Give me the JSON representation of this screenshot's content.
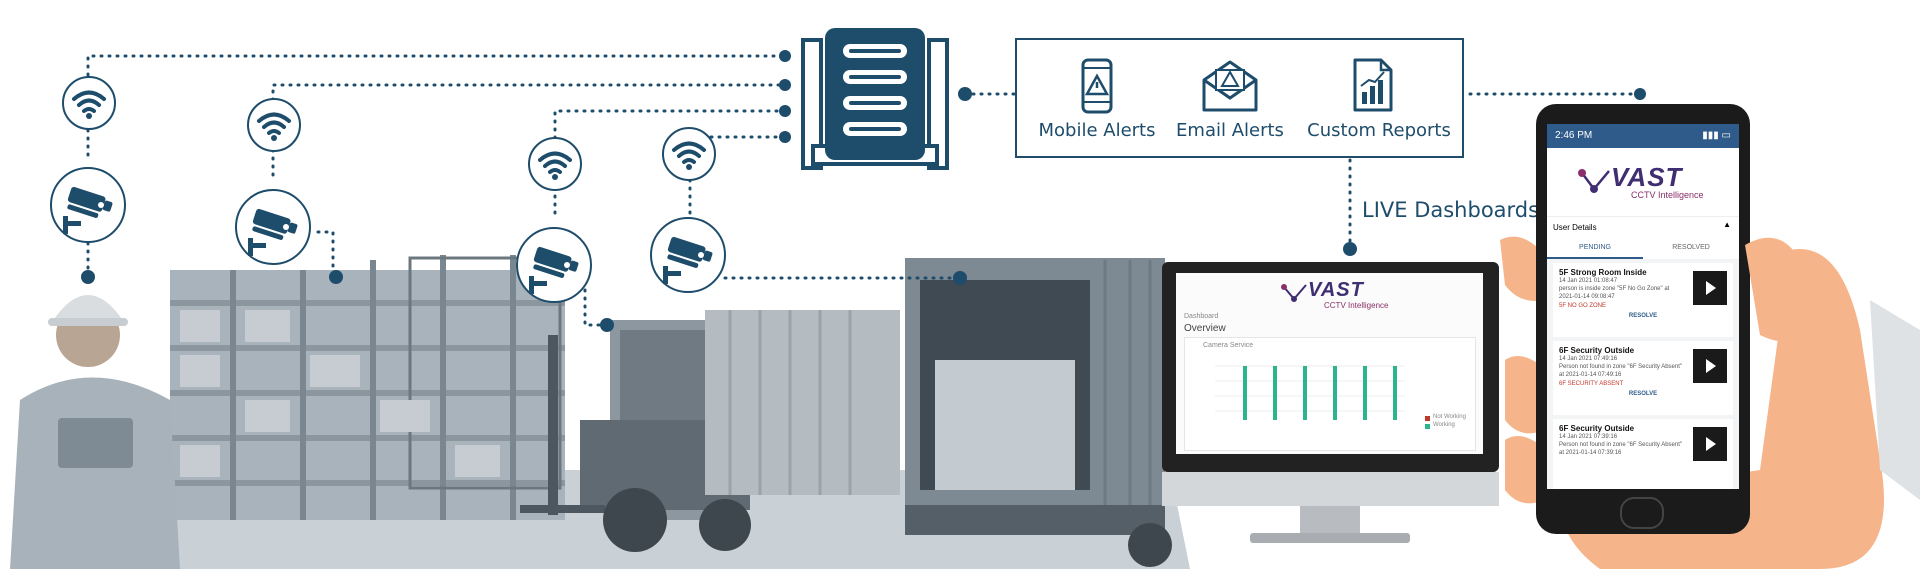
{
  "colors": {
    "navy": "#1e4c6b",
    "dot": "#1e4c6b",
    "bar_green": "#2bb58c",
    "vast_purple": "#3f2e71",
    "vast_sub": "#8a2f6a",
    "phone_header": "#2f5b8a"
  },
  "icons": {
    "server": "server-rack-icon",
    "wifi": "wifi-icon",
    "camera": "cctv-camera-icon",
    "mobile": "mobile-alert-icon",
    "email": "email-alert-icon",
    "report": "report-icon"
  },
  "outputs": {
    "mobile_alerts": "Mobile Alerts",
    "email_alerts": "Email Alerts",
    "custom_reports": "Custom Reports",
    "live_dashboards": "LIVE Dashboards"
  },
  "monitor": {
    "brand": "VAST",
    "brand_sub": "CCTV Intelligence",
    "breadcrumb": "Dashboard",
    "heading": "Overview",
    "panel_title": "Camera Service",
    "legend_not_working": "Not Working",
    "legend_working": "Working"
  },
  "phone": {
    "time": "2:46 PM",
    "brand": "VAST",
    "brand_sub": "CCTV Intelligence",
    "section": "User Details",
    "tab_pending": "PENDING",
    "tab_resolved": "RESOLVED",
    "cards": [
      {
        "title": "5F Strong Room Inside",
        "date": "14 Jan 2021 01:08:47",
        "desc": "person is inside zone \"5F No Go Zone\" at",
        "time": "2021-01-14 09:08:47",
        "tag": "5F NO GO ZONE",
        "action": "RESOLVE"
      },
      {
        "title": "6F Security Outside",
        "date": "14 Jan 2021 07:49:16",
        "desc": "Person not found in zone \"6F Security Absent\"",
        "time": "at 2021-01-14 07:49:16",
        "tag": "6F SECURITY ABSENT",
        "action": "RESOLVE"
      },
      {
        "title": "6F Security Outside",
        "date": "14 Jan 2021 07:39:16",
        "desc": "Person not found in zone \"6F Security Absent\"",
        "time": "at 2021-01-14 07:39:16",
        "tag": "",
        "action": ""
      }
    ]
  }
}
